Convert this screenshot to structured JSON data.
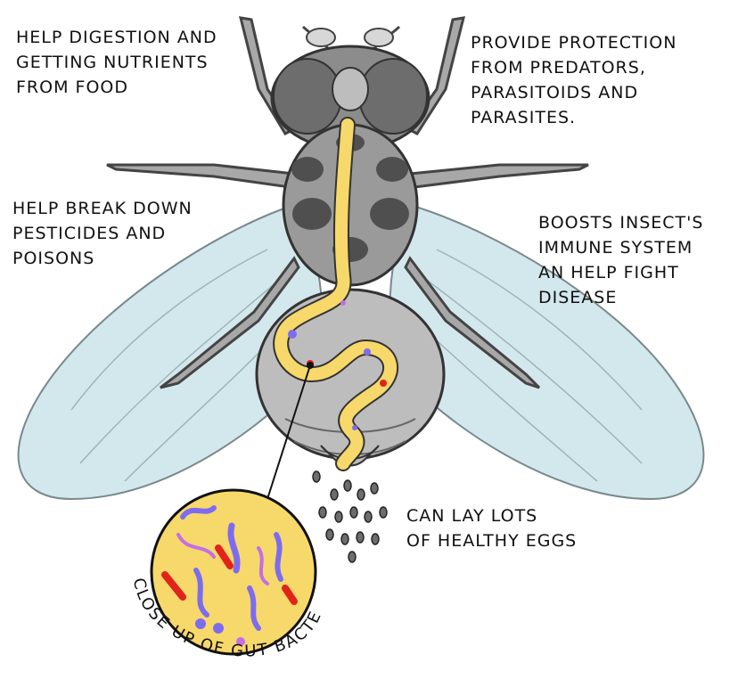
{
  "labels": {
    "digestion": [
      "HELP DIGESTION AND",
      "GETTING NUTRIENTS",
      "FROM FOOD"
    ],
    "protection": [
      "PROVIDE PROTECTION",
      "FROM PREDATORS,",
      "PARASITOIDS AND",
      "PARASITES."
    ],
    "pesticides": [
      "HELP BREAK DOWN",
      "PESTICIDES AND",
      "POISONS"
    ],
    "immune": [
      "BOOSTS INSECT'S",
      "IMMUNE SYSTEM",
      "AN HELP FIGHT",
      "DISEASE"
    ],
    "eggs": [
      "CAN LAY LOTS",
      "OF HEALTHY EGGS"
    ],
    "closeup": "CLOSE UP OF GUT BACTERIA"
  },
  "colors": {
    "wing": "#cfe6ec",
    "body_dark": "#6d6d6d",
    "body_mid": "#9a9a9a",
    "body_light": "#bdbdbd",
    "gut": "#f7d86a",
    "bacteria_blue": "#7d6cf0",
    "bacteria_red": "#e2231a",
    "bacteria_purple": "#c46ee8"
  }
}
